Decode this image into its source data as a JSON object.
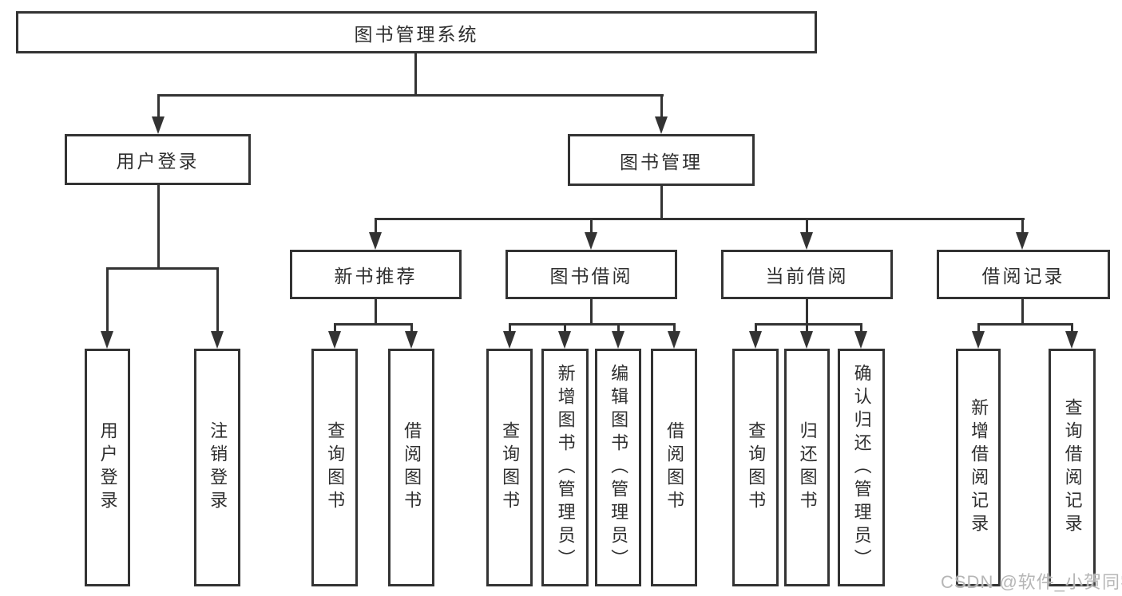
{
  "title": "图书管理系统",
  "tree": {
    "root": {
      "label": "图书管理系统"
    },
    "level2": [
      {
        "label": "用户登录",
        "children": [
          {
            "label": "用户登录"
          },
          {
            "label": "注销登录"
          }
        ]
      },
      {
        "label": "图书管理",
        "children": [
          {
            "label": "新书推荐",
            "children": [
              {
                "label": "查询图书"
              },
              {
                "label": "借阅图书"
              }
            ]
          },
          {
            "label": "图书借阅",
            "children": [
              {
                "label": "查询图书"
              },
              {
                "label": "新增图书（管理员）"
              },
              {
                "label": "编辑图书（管理员）"
              },
              {
                "label": "借阅图书"
              }
            ]
          },
          {
            "label": "当前借阅",
            "children": [
              {
                "label": "查询图书"
              },
              {
                "label": "归还图书"
              },
              {
                "label": "确认归还（管理员）"
              }
            ]
          },
          {
            "label": "借阅记录",
            "children": [
              {
                "label": "新增借阅记录"
              },
              {
                "label": "查询借阅记录"
              }
            ]
          }
        ]
      }
    ]
  },
  "watermark": "CSDN @软件_小贺同学",
  "colors": {
    "line": "#333333",
    "text": "#2f2f2f",
    "watermark": "#b6b6b6",
    "background": "#ffffff"
  }
}
